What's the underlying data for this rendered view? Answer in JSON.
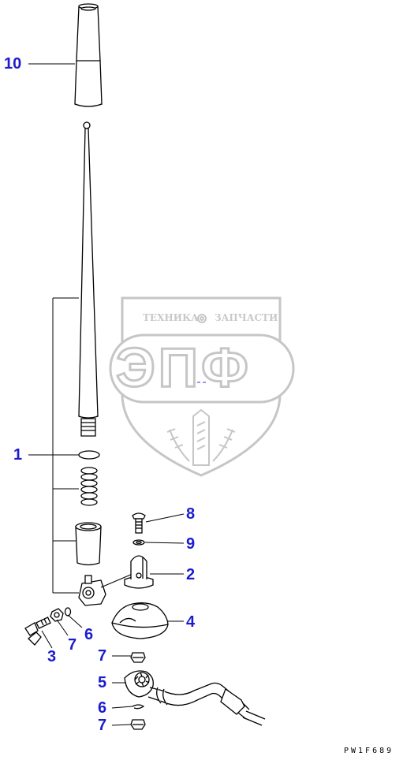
{
  "watermark": {
    "left_word": "ТЕХНИКА",
    "right_word": "ЗАПЧАСТИ",
    "logo": "ЭПФ"
  },
  "callouts": {
    "c10": "10",
    "c1": "1",
    "c8": "8",
    "c9": "9",
    "c2": "2",
    "c4": "4",
    "c3": "3",
    "c7a": "7",
    "c6a": "6",
    "c7b": "7",
    "c5": "5",
    "c6b": "6",
    "c7c": "7"
  },
  "drawing_code": "PW1F689",
  "colors": {
    "callout": "#1c1ccc",
    "line": "#000000",
    "watermark": "#c6c6c6"
  }
}
